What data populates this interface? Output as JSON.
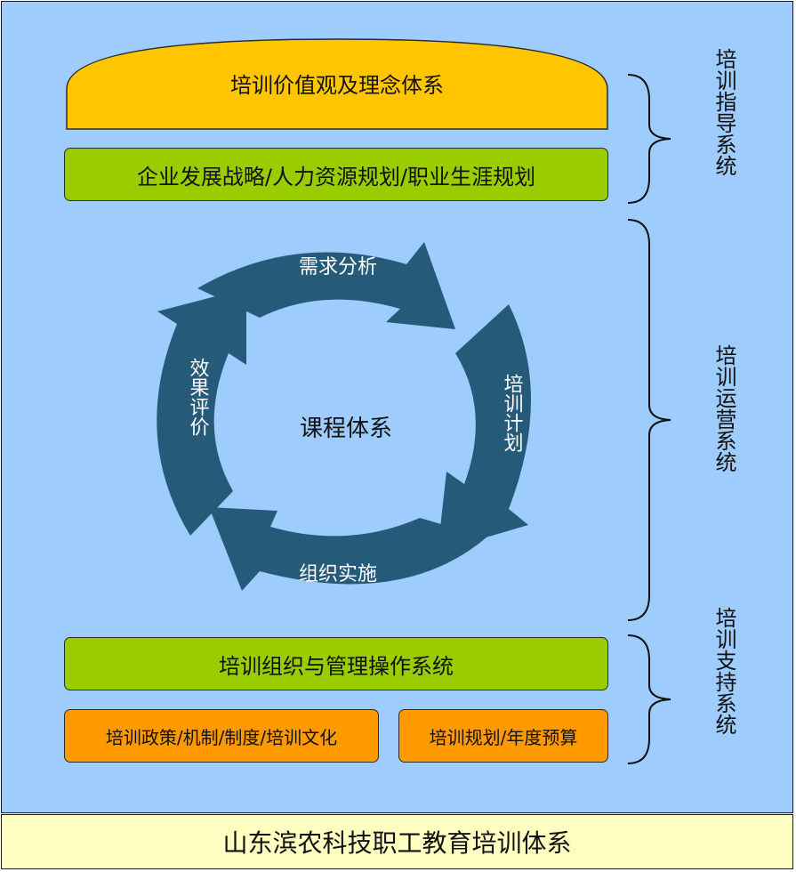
{
  "top": {
    "values_label": "培训价值观及理念体系",
    "strategy_label": "企业发展战略/人力资源规划/职业生涯规划"
  },
  "cycle": {
    "center": "课程体系",
    "steps": [
      "需求分析",
      "培训计划",
      "组织实施",
      "效果评价"
    ]
  },
  "bottom": {
    "management_label": "培训组织与管理操作系统",
    "policy_label": "培训政策/机制/制度/培训文化",
    "budget_label": "培训规划/年度预算"
  },
  "side_labels": {
    "guidance": "培训指导系统",
    "operation": "培训运营系统",
    "support": "培训支持系统"
  },
  "footer": {
    "title": "山东滨农科技职工教育培训体系"
  },
  "colors": {
    "background": "#9ecdfd",
    "dome": "#ffc600",
    "green": "#9acd00",
    "orange": "#ff9900",
    "arrows": "#265a79",
    "footer": "#fefec0"
  }
}
